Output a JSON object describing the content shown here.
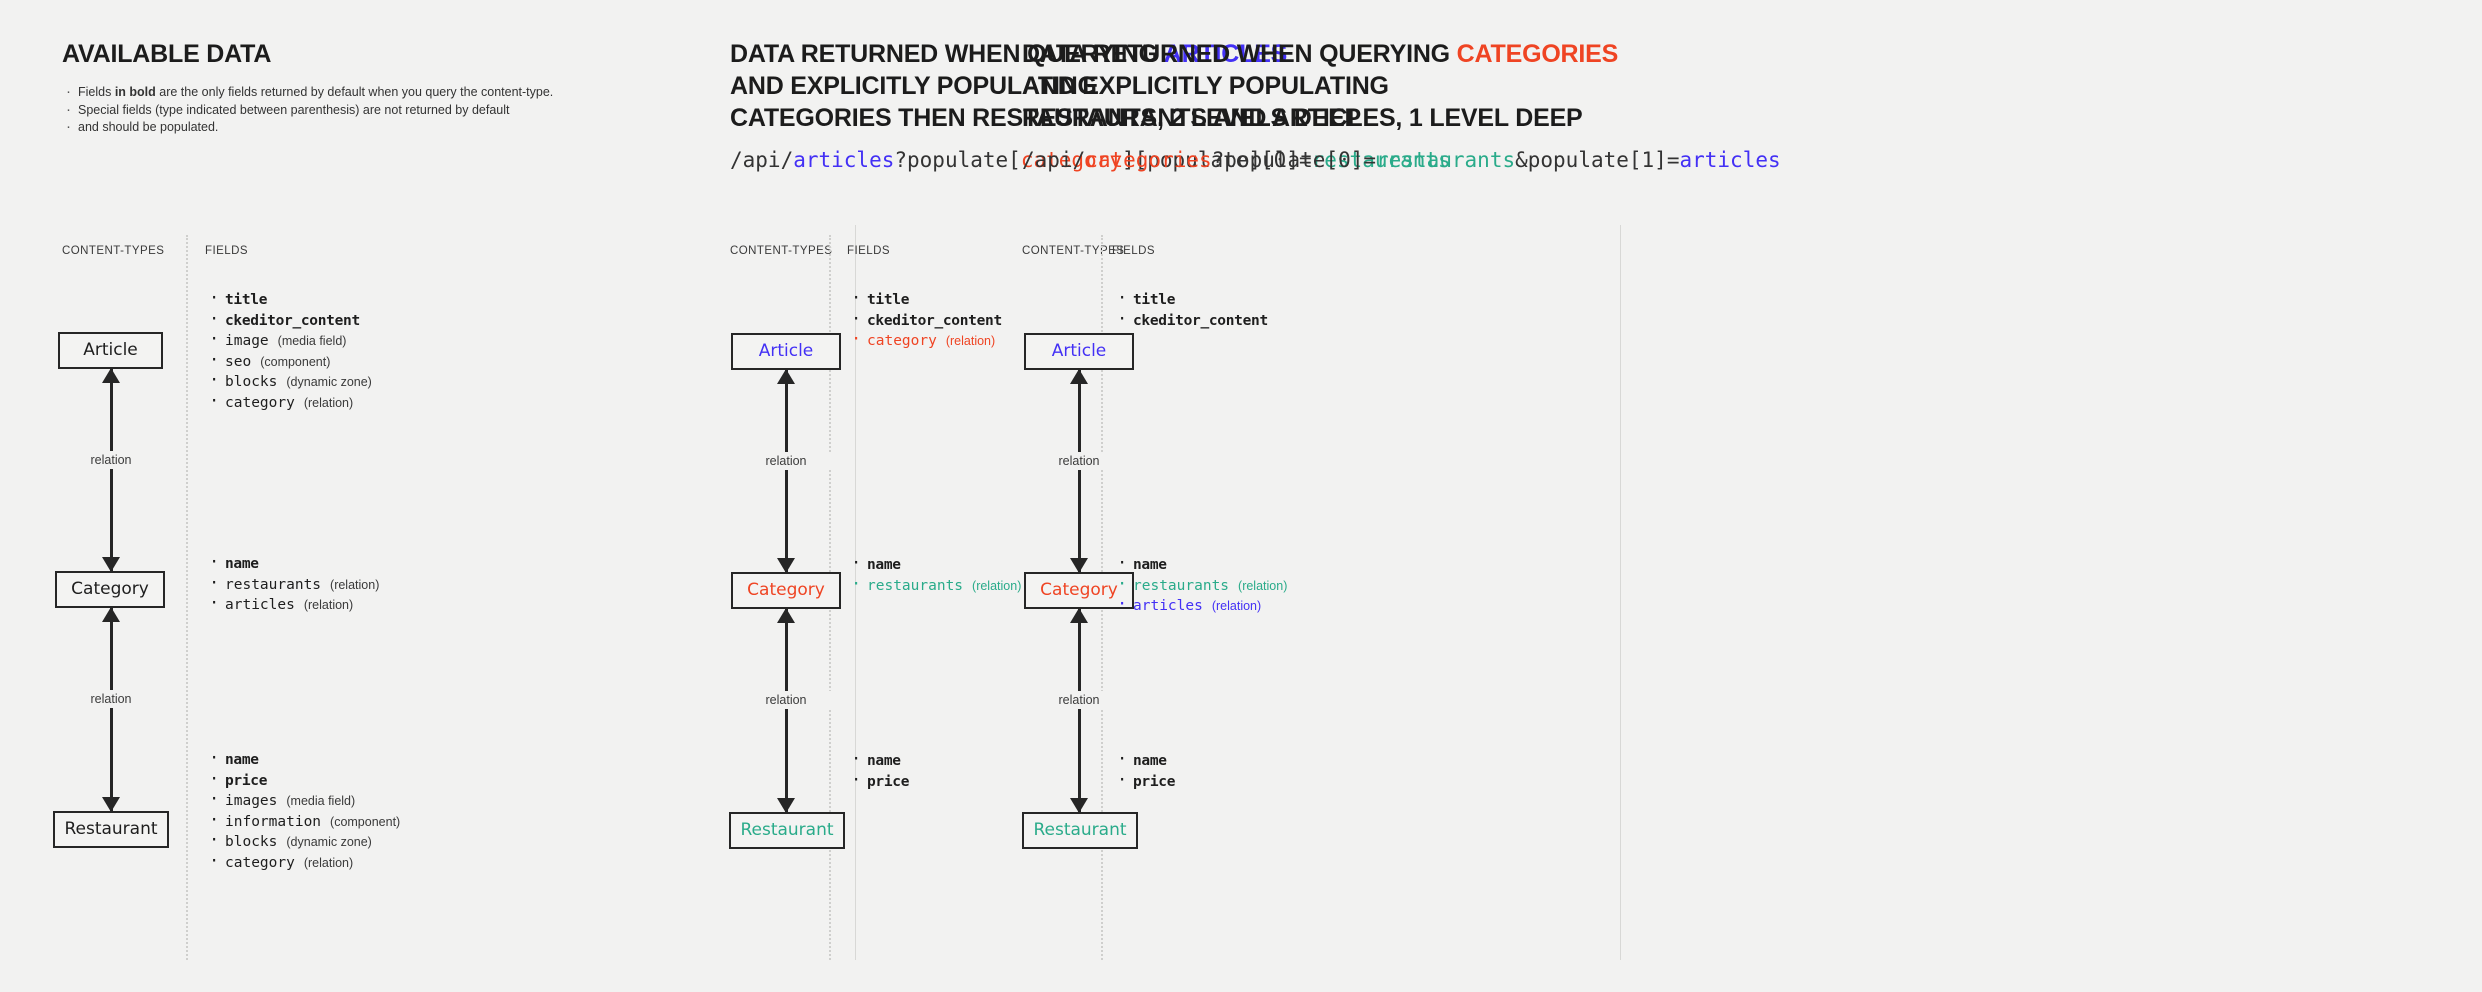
{
  "colors": {
    "background": "#f2f2f1",
    "ink": "#1e1e1e",
    "blue": "#4330f5",
    "red": "#ef4423",
    "green": "#2aab8a"
  },
  "columns": {
    "content_types_label": "CONTENT-TYPES",
    "fields_label": "FIELDS",
    "relation_label": "relation"
  },
  "panel1": {
    "heading": "AVAILABLE DATA",
    "notes": [
      {
        "pre": "Fields ",
        "bold": "in bold",
        "post": " are the only fields returned by default when you query the content-type."
      },
      {
        "pre": "Special fields (type indicated between parenthesis) are not returned by default",
        "bold": "",
        "post": ""
      },
      {
        "pre": "and should be populated.",
        "bold": "",
        "post": ""
      }
    ],
    "col_content_types": "CONTENT-TYPES",
    "col_fields": "FIELDS",
    "boxes": [
      {
        "label": "Article",
        "color": ""
      },
      {
        "label": "Category",
        "color": ""
      },
      {
        "label": "Restaurant",
        "color": ""
      }
    ],
    "relations": [
      "relation",
      "relation"
    ],
    "fields": {
      "article": [
        {
          "name": "title",
          "type": "",
          "bold": true,
          "color": ""
        },
        {
          "name": "ckeditor_content",
          "type": "",
          "bold": true,
          "color": ""
        },
        {
          "name": "image",
          "type": "(media field)",
          "bold": false,
          "color": ""
        },
        {
          "name": "seo",
          "type": "(component)",
          "bold": false,
          "color": ""
        },
        {
          "name": "blocks",
          "type": "(dynamic zone)",
          "bold": false,
          "color": ""
        },
        {
          "name": "category",
          "type": "(relation)",
          "bold": false,
          "color": ""
        }
      ],
      "category": [
        {
          "name": "name",
          "type": "",
          "bold": true,
          "color": ""
        },
        {
          "name": "restaurants",
          "type": "(relation)",
          "bold": false,
          "color": ""
        },
        {
          "name": "articles",
          "type": "(relation)",
          "bold": false,
          "color": ""
        }
      ],
      "restaurant": [
        {
          "name": "name",
          "type": "",
          "bold": true,
          "color": ""
        },
        {
          "name": "price",
          "type": "",
          "bold": true,
          "color": ""
        },
        {
          "name": "images",
          "type": "(media field)",
          "bold": false,
          "color": ""
        },
        {
          "name": "information",
          "type": "(component)",
          "bold": false,
          "color": ""
        },
        {
          "name": "blocks",
          "type": "(dynamic zone)",
          "bold": false,
          "color": ""
        },
        {
          "name": "category",
          "type": "(relation)",
          "bold": false,
          "color": ""
        }
      ]
    }
  },
  "panel2": {
    "heading_line1_pre": "DATA RETURNED WHEN QUERYING ",
    "heading_line1_accent": "ARTICLES",
    "heading_line2": "AND EXPLICITLY POPULATING",
    "heading_line3": "CATEGORIES THEN RESTAURANTS, 2 LEVELS DEEP",
    "endpoint": [
      {
        "text": "/api/",
        "color": ""
      },
      {
        "text": "articles",
        "color": "blue"
      },
      {
        "text": "?populate[",
        "color": ""
      },
      {
        "text": "category",
        "color": "red"
      },
      {
        "text": "][populate][0]=",
        "color": ""
      },
      {
        "text": "restaurants",
        "color": "green"
      }
    ],
    "col_content_types": "CONTENT-TYPES",
    "col_fields": "FIELDS",
    "boxes": [
      {
        "label": "Article",
        "color": "blue"
      },
      {
        "label": "Category",
        "color": "red"
      },
      {
        "label": "Restaurant",
        "color": "green"
      }
    ],
    "relations": [
      "relation",
      "relation"
    ],
    "fields": {
      "article": [
        {
          "name": "title",
          "type": "",
          "bold": true,
          "color": ""
        },
        {
          "name": "ckeditor_content",
          "type": "",
          "bold": true,
          "color": ""
        },
        {
          "name": "category",
          "type": "(relation)",
          "bold": false,
          "color": "red"
        }
      ],
      "category": [
        {
          "name": "name",
          "type": "",
          "bold": true,
          "color": ""
        },
        {
          "name": "restaurants",
          "type": "(relation)",
          "bold": false,
          "color": "green"
        }
      ],
      "restaurant": [
        {
          "name": "name",
          "type": "",
          "bold": true,
          "color": ""
        },
        {
          "name": "price",
          "type": "",
          "bold": true,
          "color": ""
        }
      ]
    }
  },
  "panel3": {
    "heading_line1_pre": "DATA RETURNED WHEN QUERYING ",
    "heading_line1_accent": "CATEGORIES",
    "heading_line2": "AND EXPLICITLY POPULATING",
    "heading_line3": "RESTAURANTS AND ARTICLES, 1 LEVEL DEEP",
    "endpoint": [
      {
        "text": "/api/",
        "color": ""
      },
      {
        "text": "categories",
        "color": "red"
      },
      {
        "text": "?populate[0]=",
        "color": ""
      },
      {
        "text": "restaurants",
        "color": "green"
      },
      {
        "text": "&populate[1]=",
        "color": ""
      },
      {
        "text": "articles",
        "color": "blue"
      }
    ],
    "col_content_types": "CONTENT-TYPES",
    "col_fields": "FIELDS",
    "boxes": [
      {
        "label": "Article",
        "color": "blue"
      },
      {
        "label": "Category",
        "color": "red"
      },
      {
        "label": "Restaurant",
        "color": "green"
      }
    ],
    "relations": [
      "relation",
      "relation"
    ],
    "fields": {
      "article": [
        {
          "name": "title",
          "type": "",
          "bold": true,
          "color": ""
        },
        {
          "name": "ckeditor_content",
          "type": "",
          "bold": true,
          "color": ""
        }
      ],
      "category": [
        {
          "name": "name",
          "type": "",
          "bold": true,
          "color": ""
        },
        {
          "name": "restaurants",
          "type": "(relation)",
          "bold": false,
          "color": "green"
        },
        {
          "name": "articles",
          "type": "(relation)",
          "bold": false,
          "color": "blue"
        }
      ],
      "restaurant": [
        {
          "name": "name",
          "type": "",
          "bold": true,
          "color": ""
        },
        {
          "name": "price",
          "type": "",
          "bold": true,
          "color": ""
        }
      ]
    }
  }
}
